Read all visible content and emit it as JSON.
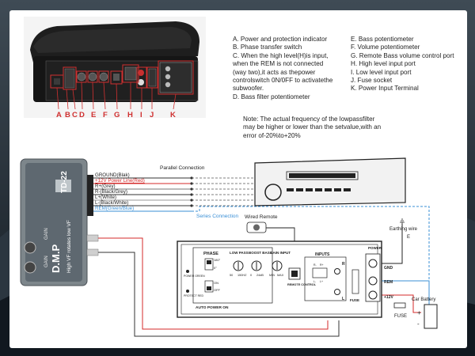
{
  "legend_left": [
    "A. Power and protection indicator",
    "B. Phase transfer switch",
    "C. When the high level(H)is input,",
    "when the REM is not connected",
    "(way two),it acts as thepower",
    "controlswitch 0N/0FF to activatethe",
    " subwoofer.",
    "D. Bass filter potentiometer"
  ],
  "legend_right": [
    "E. Bass potentiometer",
    "F. Volume potentiometer",
    "G. Remote Bass volume control port",
    "H. High level input port",
    "I. Low level input port",
    "J. Fuse socket",
    "K. Power Input Terminal"
  ],
  "note": "Note: The actual frequency of the lowpassfilter may be higher or lower than the setvalue,with an error of-20%to+20%",
  "photo_callouts": [
    "A",
    "B",
    "C",
    "D",
    "E",
    "F",
    "G",
    "H",
    "I",
    "J",
    "K"
  ],
  "wire_labels": [
    "GROUND(Blak)",
    "+12V Power Line(Red)",
    "R+(Grey)",
    "R-(Black/Grey)",
    "L+(White)",
    "L-(Black/White)",
    "REM(Green/Blue)"
  ],
  "parallel_label": "Parallel Connection",
  "series_label": "Series Connection",
  "remote_label": "Wired Remote",
  "earth_label": "Earthing wire",
  "battery_label": "Car Battery",
  "fuse_label": "FUSE",
  "amp_brand": "D.M.P",
  "amp_model": "TD-22",
  "amp_tag": "High VF rotates low VF",
  "amp_ports": [
    "GAIN",
    "GAIN"
  ],
  "panel": {
    "phase": "PHASE",
    "power_green": "POWER GREEN",
    "protect_red": "PROTECT RED",
    "auto_power": "AUTO POWER ON",
    "knobs": [
      {
        "title": "LOW PASS",
        "min": "50",
        "max": "150HZ"
      },
      {
        "title": "BOOST BASS",
        "min": "0",
        "max": "24dB"
      },
      {
        "title": "GAIN INPUT",
        "min": "MIN",
        "max": "MAX"
      }
    ],
    "phase_scale": [
      "180°",
      "0°"
    ],
    "on_off": [
      "ON",
      "OFF"
    ],
    "remote_control": "REMOTE CONTROL",
    "inputs": "INPUTS",
    "inputs_pins": [
      "R-",
      "R+",
      "L-",
      "L+"
    ],
    "r": "R",
    "l": "L",
    "fuse": "FUSE",
    "power": "POWER",
    "gnd": "GND",
    "rem": "REM",
    "v12": "+12V",
    "earth_sign": "E",
    "battery_signs": [
      "+",
      "-"
    ]
  },
  "colors": {
    "red": "#d42a2a",
    "blue": "#3a8fd6",
    "wire": "#333333",
    "callout": "#d03030"
  }
}
